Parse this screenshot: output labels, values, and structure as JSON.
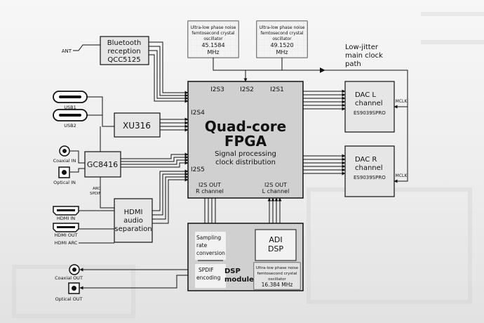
{
  "blocks": {
    "bluetooth": {
      "line1": "Bluetooth",
      "line2": "reception",
      "line3": "QCC5125"
    },
    "xu316": {
      "label": "XU316"
    },
    "gc8416": {
      "label": "GC8416"
    },
    "hdmi": {
      "line1": "HDMI",
      "line2": "audio",
      "line3": "separation"
    },
    "fpga": {
      "line1": "Quad-core",
      "line2": "FPGA",
      "line3": "Signal processing",
      "line4": "clock distribution"
    },
    "dac_l": {
      "line1": "DAC L",
      "line2": "channel",
      "line3": "ES9039SPRO"
    },
    "dac_r": {
      "line1": "DAC R",
      "line2": "channel",
      "line3": "ES9039SPRO"
    },
    "dsp": {
      "conv1": "Sampling",
      "conv2": "rate",
      "conv3": "conversion",
      "spdif1": "SPDIF",
      "spdif2": "encoding",
      "module1": "DSP",
      "module2": "module",
      "adi1": "ADI",
      "adi2": "DSP",
      "osc1": "Ultra-low phase noise",
      "osc2": "femtosecond crystal",
      "osc3": "oscillator",
      "osc4": "16.384 MHz"
    },
    "osc_a": {
      "line1": "Ultra-low phase noise",
      "line2": "femtosecond crystal",
      "line3": "oscillator",
      "line4": "45.1584",
      "line5": "MHz"
    },
    "osc_b": {
      "line1": "Ultra-low phase noise",
      "line2": "femtosecond crystal",
      "line3": "oscillator",
      "line4": "49.1520",
      "line5": "MHz"
    }
  },
  "fpga_ports": {
    "i2s1": "I2S1",
    "i2s2": "I2S2",
    "i2s3": "I2S3",
    "i2s4": "I2S4",
    "i2s5": "I2S5",
    "out_r1": "I2S OUT",
    "out_r2": "R channel",
    "out_l1": "I2S OUT",
    "out_l2": "L channel"
  },
  "labels": {
    "ant": "ANT",
    "usb1": "USB1",
    "usb2": "USB2",
    "coax_in": "Coaxial IN",
    "opt_in": "Optical IN",
    "arc1": "ARC",
    "arc2": "SPDIF",
    "hdmi_in": "HDMI IN",
    "hdmi_out": "HDMI OUT",
    "hdmi_arc": "HDMI ARC",
    "coax_out": "Coaxial OUT",
    "opt_out": "Optical OUT",
    "clock1": "Low-jitter",
    "clock2": "main clock",
    "clock3": "path",
    "mclk_l": "MCLK",
    "mclk_r": "MCLK"
  }
}
